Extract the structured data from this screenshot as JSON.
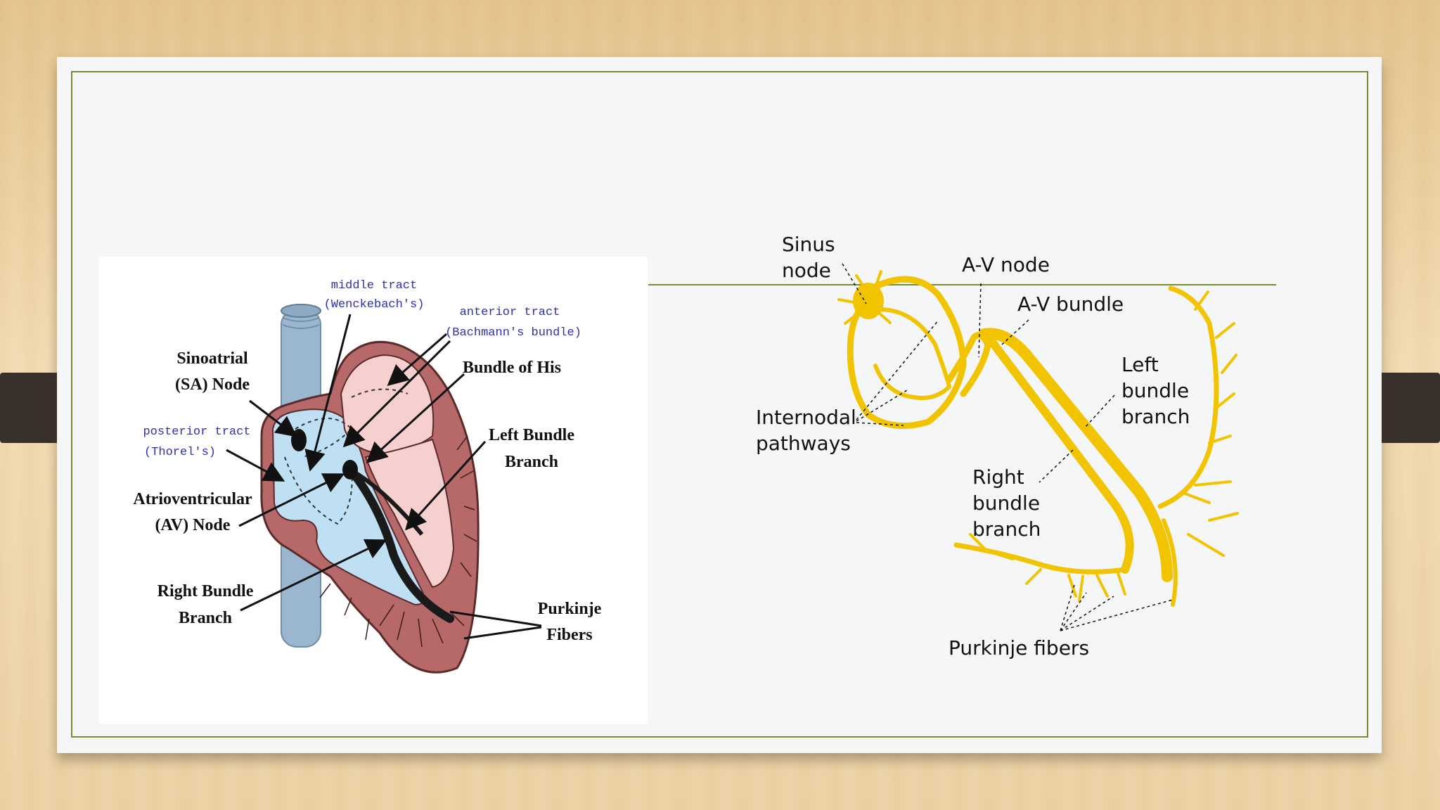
{
  "slide": {
    "accent_color": "#7a8a2e",
    "card_color": "#f5f6f8"
  },
  "left_diagram": {
    "labels": {
      "middle_tract": [
        "middle tract",
        "(Wenckebach's)"
      ],
      "anterior_tract": [
        "anterior tract",
        "(Bachmann's bundle)"
      ],
      "sa_node": [
        "Sinoatrial",
        "(SA) Node"
      ],
      "bundle_of_his": "Bundle of His",
      "posterior_tract": [
        "posterior tract",
        "(Thorel's)"
      ],
      "left_bundle": [
        "Left Bundle",
        "Branch"
      ],
      "av_node": [
        "Atrioventricular",
        "(AV) Node"
      ],
      "right_bundle": [
        "Right Bundle",
        "Branch"
      ],
      "purkinje": [
        "Purkinje",
        "Fibers"
      ]
    }
  },
  "right_diagram": {
    "conduction_color": "#f2c400",
    "labels": {
      "sinus_node": [
        "Sinus",
        "node"
      ],
      "av_node": "A-V node",
      "av_bundle": "A-V bundle",
      "left_bundle": [
        "Left",
        "bundle",
        "branch"
      ],
      "internodal": [
        "Internodal",
        "pathways"
      ],
      "right_bundle": [
        "Right",
        "bundle",
        "branch"
      ],
      "purkinje": "Purkinje fibers"
    }
  }
}
